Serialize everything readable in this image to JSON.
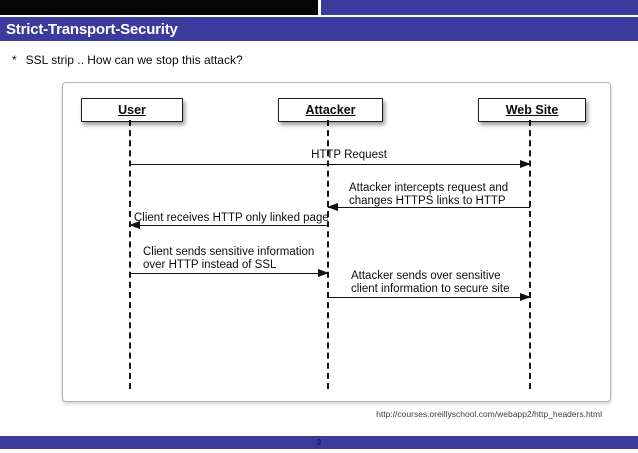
{
  "slide": {
    "title": "Strict-Transport-Security",
    "bullet": {
      "marker": "*",
      "text": "SSL strip .. How can we stop this attack?"
    },
    "footer": {
      "source_url": "http://courses.oreillyschool.com/webapp2/http_headers.html",
      "page_number": "3"
    }
  },
  "diagram": {
    "type": "sequence-diagram",
    "actors": [
      {
        "label": "User"
      },
      {
        "label": "Attacker"
      },
      {
        "label": "Web Site"
      }
    ],
    "messages": [
      {
        "from": "User",
        "to": "Web Site",
        "direction": "right",
        "lines": [
          "HTTP Request"
        ]
      },
      {
        "from": "Web Site",
        "to": "Attacker",
        "direction": "left",
        "lines": [
          "Attacker intercepts request and",
          "changes HTTPS links to HTTP"
        ]
      },
      {
        "from": "Attacker",
        "to": "User",
        "direction": "left",
        "lines": [
          "Client receives HTTP only linked page"
        ]
      },
      {
        "from": "User",
        "to": "Attacker",
        "direction": "right",
        "lines": [
          "Client sends sensitive information",
          "over HTTP instead of SSL"
        ]
      },
      {
        "from": "Attacker",
        "to": "Web Site",
        "direction": "right",
        "lines": [
          "Attacker sends over sensitive",
          "client information to secure site"
        ]
      }
    ]
  },
  "colors": {
    "accent_blue": "#3b3b9e",
    "top_strip_black": "#050505",
    "page_number_text": "#16165e",
    "diagram_ink": "#111111"
  }
}
